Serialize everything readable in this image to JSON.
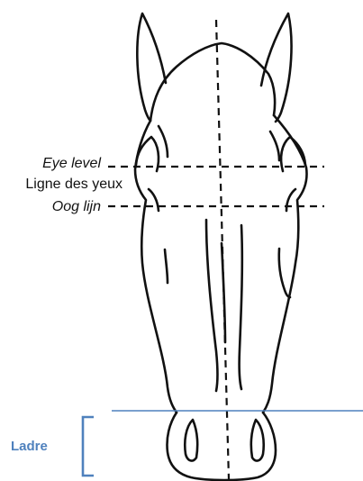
{
  "labels": {
    "eye_level_en": "Eye level",
    "eye_level_fr": "Ligne des yeux",
    "eye_level_nl": "Oog lijn",
    "ladre": "Ladre"
  },
  "colors": {
    "outline": "#111111",
    "accent": "#4f81bd",
    "background": "#ffffff"
  }
}
